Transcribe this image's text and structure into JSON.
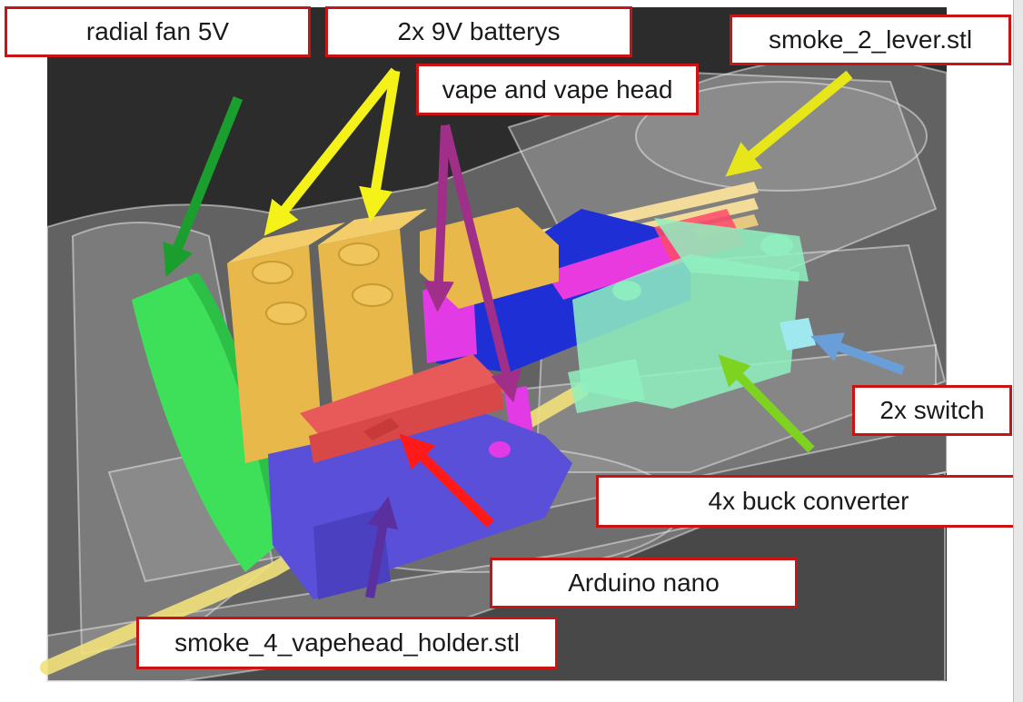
{
  "labels": {
    "radial_fan": "radial fan 5V",
    "batteries": "2x 9V batterys",
    "lever": "smoke_2_lever.stl",
    "vape": "vape and vape head",
    "switch": "2x switch",
    "buck": "4x buck converter",
    "arduino": "Arduino nano",
    "holder": "smoke_4_vapehead_holder.stl"
  },
  "colors": {
    "label_border": "#c81414",
    "fan": "#3ee05a",
    "batteries": "#e9b84a",
    "lever": "#f3dc9a",
    "vape": "#e23be6",
    "holder": "#5a4fd8",
    "buck": "#8ff0c0",
    "switch": "#9fe8f0",
    "arduino_board": "#e85a5a",
    "arrow_fan": "#1a9e2e",
    "arrow_batteries": "#f5f21a",
    "arrow_lever": "#e6e61a",
    "arrow_vape": "#a02f8a",
    "arrow_switch": "#6a9ed8",
    "arrow_buck": "#7ed321",
    "arrow_arduino": "#ff1a1a",
    "arrow_holder": "#5a2fa0"
  }
}
